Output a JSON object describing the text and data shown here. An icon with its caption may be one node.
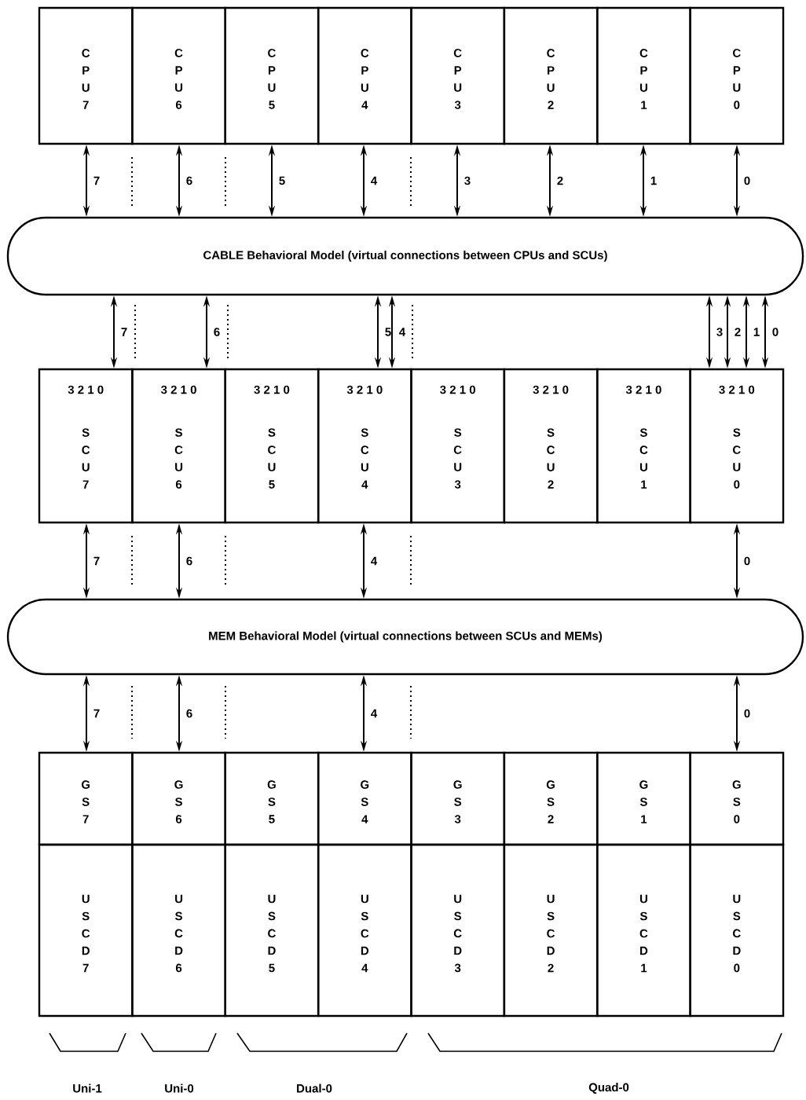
{
  "diagram": {
    "nodes": [
      {
        "text": [
          "C P U 7"
        ]
      },
      {
        "text": [
          "C P U 6"
        ]
      },
      {
        "text": [
          "C P U 5"
        ]
      },
      {
        "text": [
          "C P U 4"
        ]
      },
      {
        "text": [
          "C P U 3"
        ]
      },
      {
        "text": [
          "C P U 2"
        ]
      },
      {
        "text": [
          "C P U 1"
        ]
      },
      {
        "text": [
          "C P U 0"
        ]
      },
      {
        "text": [
          "CABLE Behavioral Model (virtual connections between CPUs and SCUs)"
        ]
      },
      {
        "text": [
          "3 2 1 0",
          "S C U 7"
        ]
      },
      {
        "text": [
          "3 2 1 0",
          "S C U 6"
        ]
      },
      {
        "text": [
          "3 2 1 0",
          "S C U 5"
        ]
      },
      {
        "text": [
          "3 2 1 0",
          "S C U 4"
        ]
      },
      {
        "text": [
          "3 2 1 0",
          "S C U 3"
        ]
      },
      {
        "text": [
          "3 2 1 0",
          "S C U 2"
        ]
      },
      {
        "text": [
          "3 2 1 0",
          "S C U 1"
        ]
      },
      {
        "text": [
          "3 2 1 0",
          "S C U 0"
        ]
      },
      {
        "text": [
          "MEM Behavioral Model (virtual connections between SCUs and MEMs)"
        ]
      },
      {
        "text": [
          "G S 7"
        ]
      },
      {
        "text": [
          "G S 6"
        ]
      },
      {
        "text": [
          "G S 5"
        ]
      },
      {
        "text": [
          "G S 4"
        ]
      },
      {
        "text": [
          "G S 3"
        ]
      },
      {
        "text": [
          "G S 2"
        ]
      },
      {
        "text": [
          "G S 1"
        ]
      },
      {
        "text": [
          "G S 0"
        ]
      },
      {
        "text": [
          "U S C D 7"
        ]
      },
      {
        "text": [
          "U S C D 6"
        ]
      },
      {
        "text": [
          "U S C D 5"
        ]
      },
      {
        "text": [
          "U S C D 4"
        ]
      },
      {
        "text": [
          "U S C D 3"
        ]
      },
      {
        "text": [
          "U S C D 2"
        ]
      },
      {
        "text": [
          "U S C D 1"
        ]
      },
      {
        "text": [
          "U S C D 0"
        ]
      }
    ],
    "edges": [
      {
        "from": 0,
        "to": 8,
        "arrow": "both",
        "label": "7"
      },
      {
        "from": 1,
        "to": 8,
        "arrow": "both",
        "label": "6"
      },
      {
        "from": 2,
        "to": 8,
        "arrow": "both",
        "label": "5"
      },
      {
        "from": 3,
        "to": 8,
        "arrow": "both",
        "label": "4"
      },
      {
        "from": 4,
        "to": 8,
        "arrow": "both",
        "label": "3"
      },
      {
        "from": 5,
        "to": 8,
        "arrow": "both",
        "label": "2"
      },
      {
        "from": 6,
        "to": 8,
        "arrow": "both",
        "label": "1"
      },
      {
        "from": 7,
        "to": 8,
        "arrow": "both",
        "label": "0"
      },
      {
        "from": 8,
        "to": 9,
        "arrow": "both",
        "label": "7"
      },
      {
        "from": 8,
        "to": 10,
        "arrow": "both",
        "label": "6"
      },
      {
        "from": 8,
        "to": 12,
        "arrow": "both",
        "label": "5"
      },
      {
        "from": 8,
        "to": 12,
        "arrow": "both",
        "label": "4"
      },
      {
        "from": 8,
        "to": 16,
        "arrow": "both",
        "label": "3"
      },
      {
        "from": 8,
        "to": 16,
        "arrow": "both",
        "label": "2"
      },
      {
        "from": 8,
        "to": 16,
        "arrow": "both",
        "label": "1"
      },
      {
        "from": 8,
        "to": 16,
        "arrow": "both",
        "label": "0"
      },
      {
        "from": 9,
        "to": 17,
        "arrow": "both",
        "label": "7"
      },
      {
        "from": 10,
        "to": 17,
        "arrow": "both",
        "label": "6"
      },
      {
        "from": 12,
        "to": 17,
        "arrow": "both",
        "label": "4"
      },
      {
        "from": 16,
        "to": 17,
        "arrow": "both",
        "label": "0"
      },
      {
        "from": 17,
        "to": 18,
        "arrow": "both",
        "label": "7"
      },
      {
        "from": 17,
        "to": 19,
        "arrow": "both",
        "label": "6"
      },
      {
        "from": 17,
        "to": 21,
        "arrow": "both",
        "label": "4"
      },
      {
        "from": 17,
        "to": 25,
        "arrow": "both",
        "label": "0"
      }
    ],
    "labels": [
      "Uni-1",
      "Uni-0",
      "Dual-0",
      "Quad-0"
    ]
  }
}
